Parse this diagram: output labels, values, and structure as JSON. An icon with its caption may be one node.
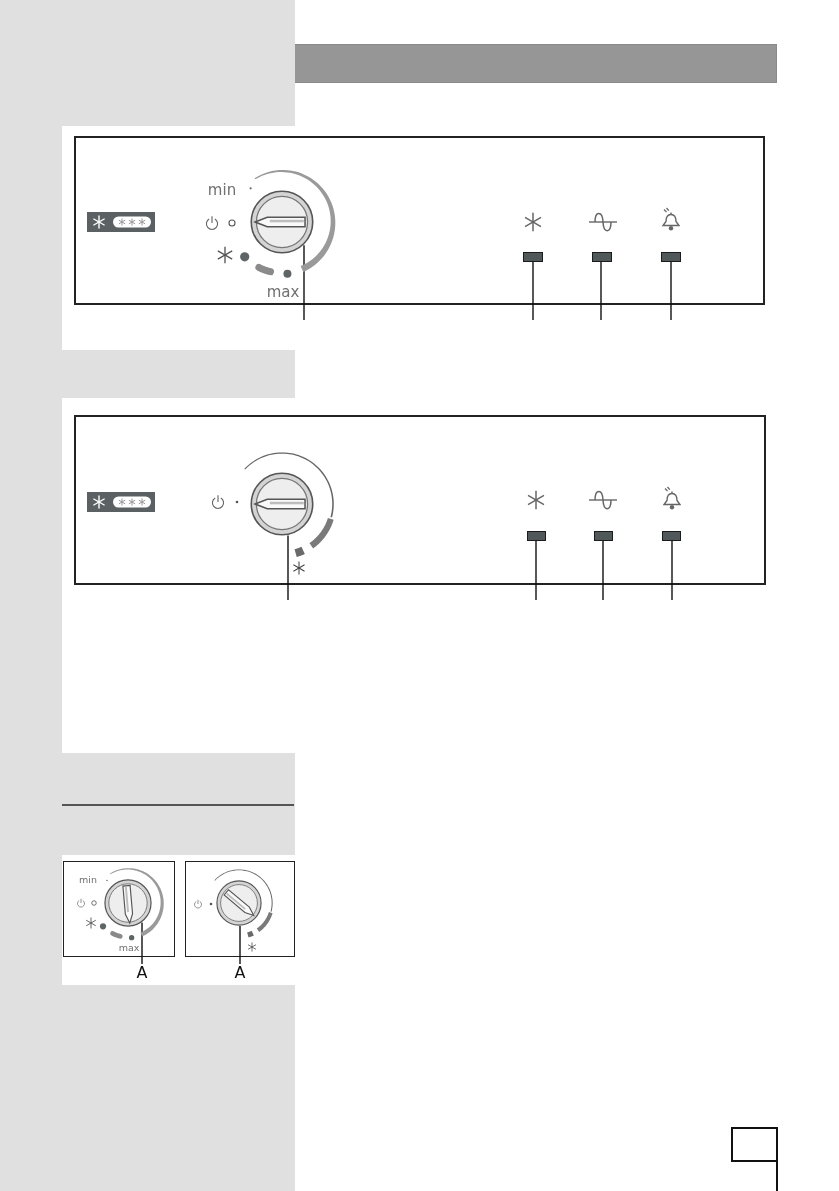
{
  "diagram": {
    "nodes": [
      {
        "text": [],
        "shape": "circle"
      },
      {
        "text": [],
        "shape": "box"
      },
      {
        "text": [],
        "shape": "box"
      },
      {
        "text": [],
        "shape": "box"
      },
      {
        "text": [],
        "shape": "circle"
      },
      {
        "text": [],
        "shape": "box"
      },
      {
        "text": [],
        "shape": "box"
      },
      {
        "text": [],
        "shape": "box"
      },
      {
        "text": [],
        "shape": "circle"
      },
      {
        "text": [],
        "shape": "circle"
      },
      {
        "text": [
          "A"
        ]
      },
      {
        "text": [
          "A"
        ]
      }
    ],
    "edges": [
      {
        "from": null,
        "to": 0,
        "arrow": "none"
      },
      {
        "from": null,
        "to": 1,
        "arrow": "none"
      },
      {
        "from": null,
        "to": 2,
        "arrow": "none"
      },
      {
        "from": null,
        "to": 3,
        "arrow": "none"
      },
      {
        "from": null,
        "to": 4,
        "arrow": "none"
      },
      {
        "from": null,
        "to": 5,
        "arrow": "none"
      },
      {
        "from": null,
        "to": 6,
        "arrow": "none"
      },
      {
        "from": null,
        "to": 7,
        "arrow": "none"
      },
      {
        "from": 10,
        "to": 8,
        "arrow": "none"
      },
      {
        "from": 11,
        "to": 9,
        "arrow": "none"
      }
    ],
    "labels": [
      "min",
      "max",
      "min",
      "max"
    ]
  }
}
